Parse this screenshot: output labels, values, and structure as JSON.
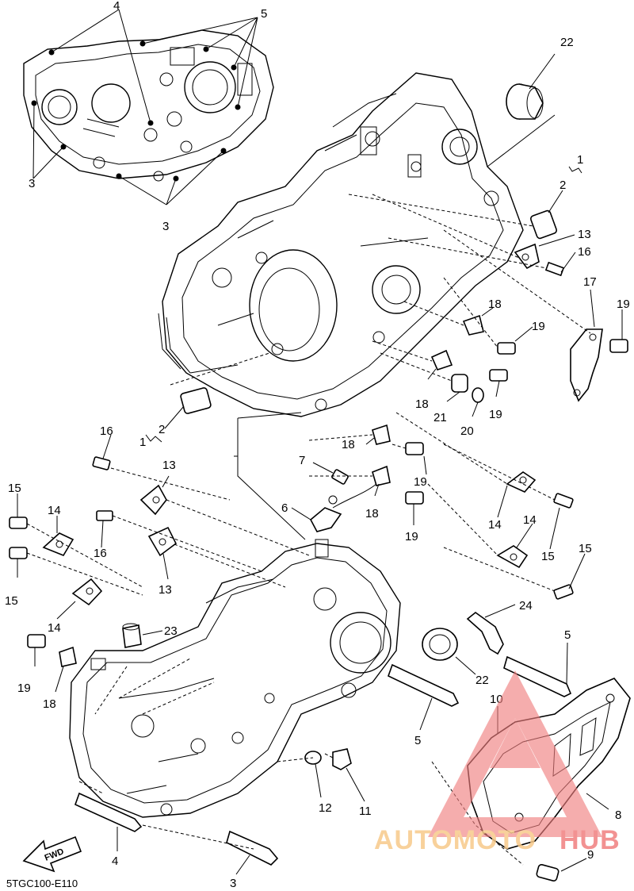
{
  "diagram": {
    "drawing_code": "5TGC100-E110",
    "fwd_label": "FWD",
    "callouts": [
      "22",
      "1",
      "2",
      "13",
      "16",
      "17",
      "19",
      "18",
      "19",
      "19",
      "18",
      "21",
      "20",
      "19",
      "4",
      "5",
      "3",
      "3",
      "16",
      "1",
      "2",
      "13",
      "7",
      "18",
      "19",
      "6",
      "18",
      "19",
      "14",
      "15",
      "14",
      "15",
      "15",
      "14",
      "16",
      "13",
      "15",
      "14",
      "23",
      "19",
      "18",
      "24",
      "5",
      "22",
      "10",
      "5",
      "12",
      "11",
      "8",
      "4",
      "9",
      "3"
    ],
    "watermark": {
      "part1": "AUTOMOTO",
      "part2": "HUB",
      "color_triangle": "#f07f7f",
      "color_text": "#f7c98a"
    }
  }
}
